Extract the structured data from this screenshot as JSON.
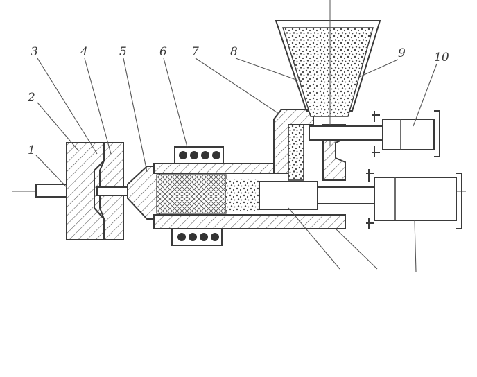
{
  "labels": {
    "l1": "1",
    "l2": "2",
    "l3": "3",
    "l4": "4",
    "l5": "5",
    "l6": "6",
    "l7": "7",
    "l8": "8",
    "l9": "9",
    "l10": "10"
  },
  "colors": {
    "ink": "#3a3a3a",
    "paper": "#ffffff"
  }
}
